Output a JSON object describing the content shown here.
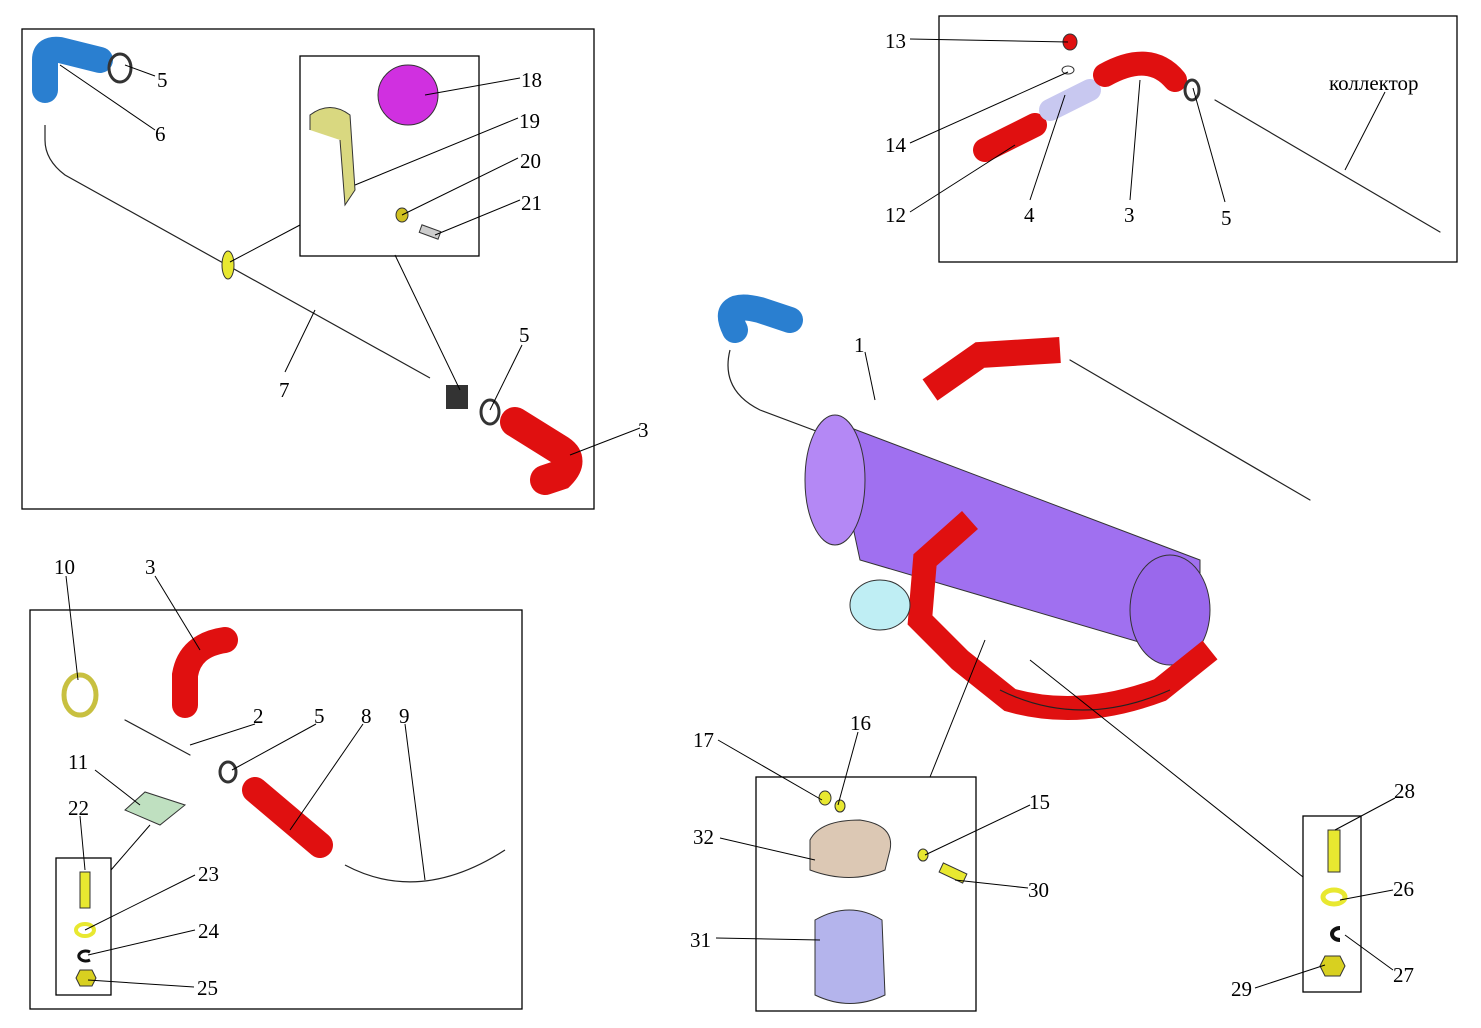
{
  "callouts": {
    "a5": "5",
    "a6": "6",
    "a18": "18",
    "a19": "19",
    "a20": "20",
    "a21": "21",
    "a7": "7",
    "a5b": "5",
    "a3": "3",
    "b13": "13",
    "b14": "14",
    "b12": "12",
    "b4": "4",
    "b3": "3",
    "b5": "5",
    "b_collector": "коллектор",
    "m1": "1",
    "c10": "10",
    "c3": "3",
    "c2": "2",
    "c5": "5",
    "c8": "8",
    "c9": "9",
    "c11": "11",
    "c22": "22",
    "c23": "23",
    "c24": "24",
    "c25": "25",
    "d17": "17",
    "d16": "16",
    "d15": "15",
    "d32": "32",
    "d30": "30",
    "d31": "31",
    "e28": "28",
    "e26": "26",
    "e27": "27",
    "e29": "29"
  },
  "colors": {
    "hose_red": "#e01010",
    "hose_blue": "#2a7fd0",
    "pipe_cream": "#f3eec0",
    "heater_purple": "#a070f0",
    "pump_cyan": "#bfeef4",
    "bracket_magenta": "#d030e0",
    "fastener_yellow": "#e8e830"
  }
}
